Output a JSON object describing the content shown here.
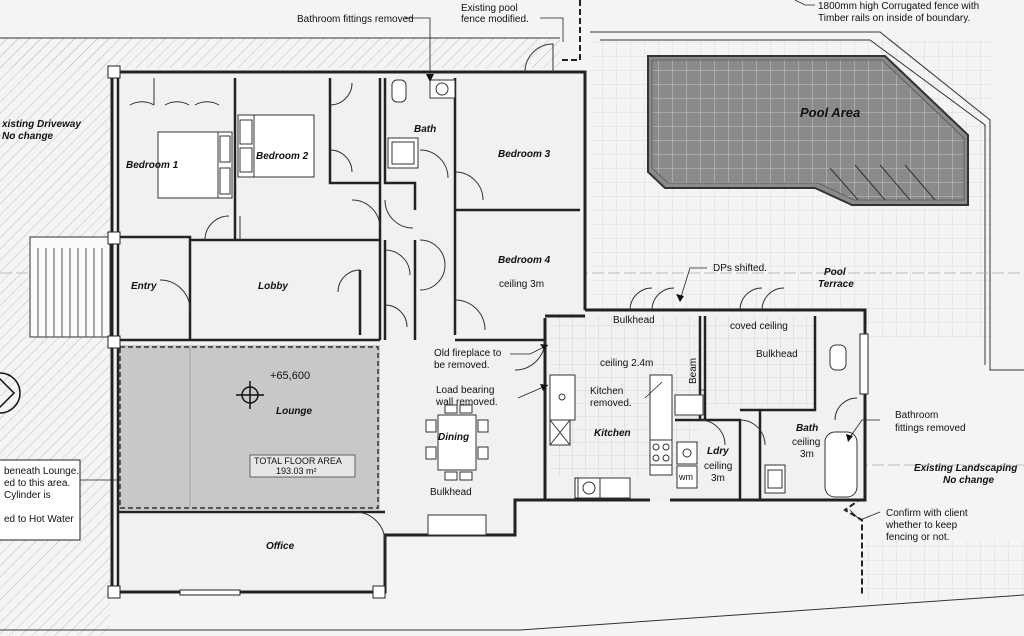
{
  "notes": {
    "bathroom_fittings_top": "Bathroom fittings removed",
    "pool_fence_1": "Existing pool",
    "pool_fence_2": "fence modified.",
    "corrugated_1": "1800mm high Corrugated fence with",
    "corrugated_2": "Timber rails on inside of boundary.",
    "dps_shifted": "DPs shifted.",
    "old_fireplace_1": "Old fireplace to",
    "old_fireplace_2": "be removed.",
    "load_bearing_1": "Load bearing",
    "load_bearing_2": "wall removed.",
    "kitchen_removed_1": "Kitchen",
    "kitchen_removed_2": "removed.",
    "bath_fittings_right_1": "Bathroom",
    "bath_fittings_right_2": "fittings removed",
    "confirm_1": "Confirm with client",
    "confirm_2": "whether to keep",
    "confirm_3": "fencing or not.",
    "hotwater_1": "beneath Lounge.",
    "hotwater_2": "ed to this area.",
    "hotwater_3": "Cylinder is",
    "hotwater_4": "ed to Hot Water"
  },
  "areas": {
    "driveway_1": "xisting Driveway",
    "driveway_2": "No change",
    "pool_area": "Pool Area",
    "pool_terrace_1": "Pool",
    "pool_terrace_2": "Terrace",
    "landscaping_1": "Existing Landscaping",
    "landscaping_2": "No change"
  },
  "rooms": {
    "bedroom1": "Bedroom 1",
    "bedroom2": "Bedroom 2",
    "bedroom3": "Bedroom 3",
    "bedroom4": "Bedroom 4",
    "bedroom4_ceiling": "ceiling 3m",
    "bath_top": "Bath",
    "entry": "Entry",
    "lobby": "Lobby",
    "lounge": "Lounge",
    "level": "+65,600",
    "dining": "Dining",
    "dining_bulkhead": "Bulkhead",
    "office": "Office",
    "kitchen": "Kitchen",
    "kitchen_bulkhead": "Bulkhead",
    "kitchen_ceiling": "ceiling 2.4m",
    "beam": "Beam",
    "coved_ceiling": "coved ceiling",
    "coved_bulkhead": "Bulkhead",
    "ldry": "Ldry",
    "ldry_ceiling_1": "ceiling",
    "ldry_ceiling_2": "3m",
    "wm": "wm",
    "bath_right": "Bath",
    "bath_right_ceiling_1": "ceiling",
    "bath_right_ceiling_2": "3m"
  },
  "floor_area": {
    "label": "TOTAL FLOOR AREA",
    "value": "193.03 m²"
  }
}
